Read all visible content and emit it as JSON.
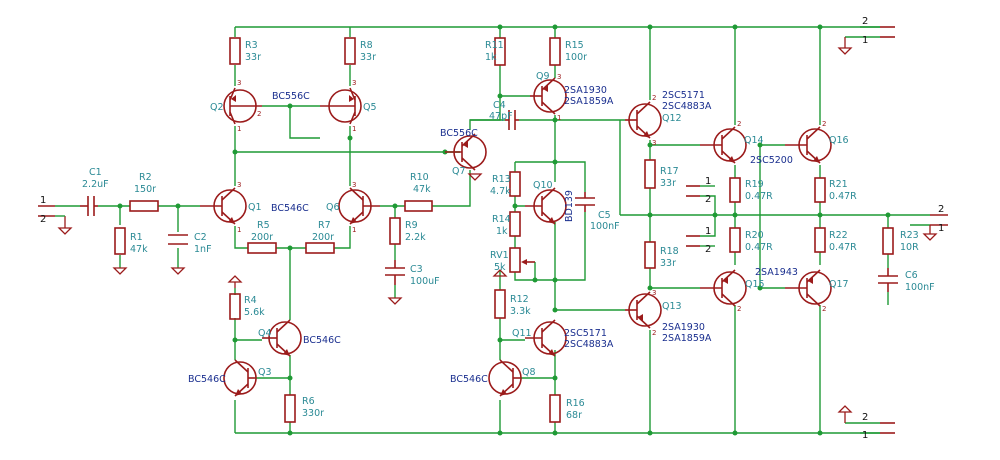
{
  "parts": {
    "C1": {
      "ref": "C1",
      "val": "2.2uF"
    },
    "R2": {
      "ref": "R2",
      "val": "150r"
    },
    "R1": {
      "ref": "R1",
      "val": "47k"
    },
    "C2": {
      "ref": "C2",
      "val": "1nF"
    },
    "R3": {
      "ref": "R3",
      "val": "33r"
    },
    "R8": {
      "ref": "R8",
      "val": "33r"
    },
    "Q2": {
      "ref": "Q2"
    },
    "Q5": {
      "ref": "Q5"
    },
    "Q1": {
      "ref": "Q1"
    },
    "Q6": {
      "ref": "Q6"
    },
    "R5": {
      "ref": "R5",
      "val": "200r"
    },
    "R7": {
      "ref": "R7",
      "val": "200r"
    },
    "R4": {
      "ref": "R4",
      "val": "5.6k"
    },
    "Q4": {
      "ref": "Q4"
    },
    "Q3": {
      "ref": "Q3"
    },
    "R6": {
      "ref": "R6",
      "val": "330r"
    },
    "R10": {
      "ref": "R10",
      "val": "47k"
    },
    "R9": {
      "ref": "R9",
      "val": "2.2k"
    },
    "C3": {
      "ref": "C3",
      "val": "100uF"
    },
    "R11": {
      "ref": "R11",
      "val": "1k"
    },
    "R15": {
      "ref": "R15",
      "val": "100r"
    },
    "Q9": {
      "ref": "Q9"
    },
    "C4": {
      "ref": "C4",
      "val": "47pF"
    },
    "Q7": {
      "ref": "Q7"
    },
    "R13": {
      "ref": "R13",
      "val": "4.7k"
    },
    "R14": {
      "ref": "R14",
      "val": "1k"
    },
    "RV1": {
      "ref": "RV1",
      "val": "5k"
    },
    "Q10": {
      "ref": "Q10"
    },
    "C5": {
      "ref": "C5",
      "val": "100nF"
    },
    "R12": {
      "ref": "R12",
      "val": "3.3k"
    },
    "Q11": {
      "ref": "Q11"
    },
    "Q8": {
      "ref": "Q8"
    },
    "R16": {
      "ref": "R16",
      "val": "68r"
    },
    "Q12": {
      "ref": "Q12"
    },
    "Q13": {
      "ref": "Q13"
    },
    "R17": {
      "ref": "R17",
      "val": "33r"
    },
    "R18": {
      "ref": "R18",
      "val": "33r"
    },
    "Q14": {
      "ref": "Q14"
    },
    "Q15": {
      "ref": "Q15"
    },
    "Q16": {
      "ref": "Q16"
    },
    "Q17": {
      "ref": "Q17"
    },
    "R19": {
      "ref": "R19",
      "val": "0.47R"
    },
    "R20": {
      "ref": "R20",
      "val": "0.47R"
    },
    "R21": {
      "ref": "R21",
      "val": "0.47R"
    },
    "R22": {
      "ref": "R22",
      "val": "0.47R"
    },
    "R23": {
      "ref": "R23",
      "val": "10R"
    },
    "C6": {
      "ref": "C6",
      "val": "100nF"
    }
  },
  "device_labels": {
    "bc556c_top": "BC556C",
    "bc546c_pair": "BC546C",
    "bc546c_q4": "BC546C",
    "bc546c_q3": "BC546C",
    "bc546c_q8": "BC546C",
    "bc556c_q7": "BC556C",
    "q9_a": "2SA1930",
    "q9_b": "2SA1859A",
    "q11_a": "2SC5171",
    "q11_b": "2SC4883A",
    "q12_a": "2SC5171",
    "q12_b": "2SC4883A",
    "q13_a": "2SA1930",
    "q13_b": "2SA1859A",
    "q10": "BD139",
    "q14_16": "2SC5200",
    "q15_17": "2SA1943"
  },
  "connectors": {
    "in_1": "1",
    "in_2": "2",
    "out_2": "2",
    "out_1": "1",
    "top_2": "2",
    "top_1": "1",
    "bot_2": "2",
    "bot_1": "1",
    "r19_1": "1",
    "r19_2": "2",
    "r20_1": "1",
    "r20_2": "2"
  },
  "pins": {
    "p1": "1",
    "p2": "2",
    "p3": "3"
  }
}
